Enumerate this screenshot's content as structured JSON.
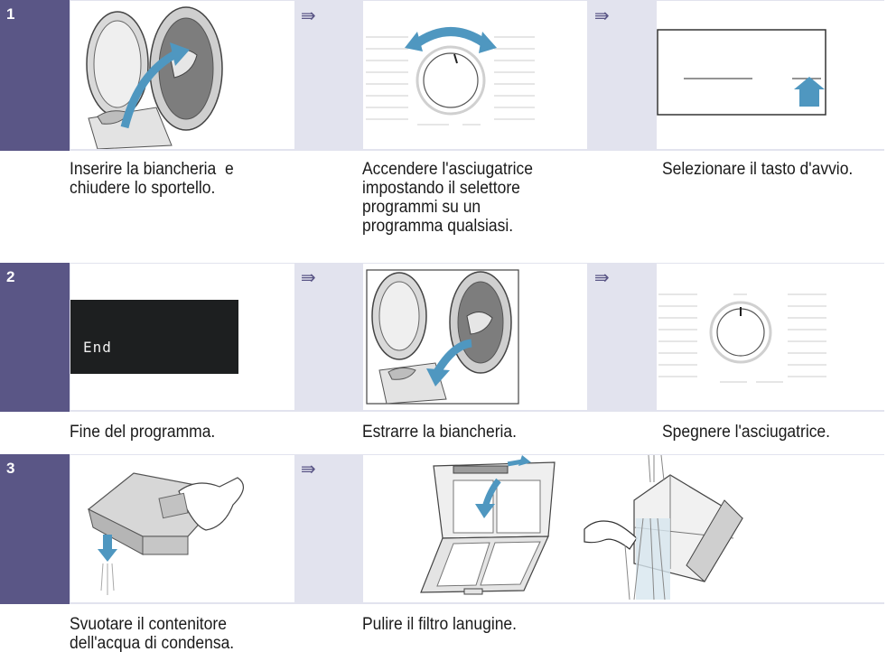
{
  "steps": [
    {
      "number": "1",
      "captions": [
        "Inserire la biancheria  e\nchiudere lo sportello.",
        "Accendere l'asciugatrice\nimpostando il selettore\nprogrammi su un\nprogramma qualsiasi.",
        "Selezionare il tasto d'avvio."
      ]
    },
    {
      "number": "2",
      "display_text": "End",
      "captions": [
        "Fine del programma.",
        "Estrarre la biancheria.",
        "Spegnere l'asciugatrice."
      ]
    },
    {
      "number": "3",
      "captions": [
        "Svuotare il contenitore\ndell'acqua di condensa.",
        "Pulire il filtro lanugine."
      ]
    }
  ],
  "arrow_symbol": "⇛",
  "colors": {
    "badge": "#5a5686",
    "strip": "#e2e3ee",
    "accent": "#4f97c0",
    "display_bg": "#1d1f20"
  },
  "icons": [
    "load-laundry-illustration",
    "program-dial-turn-illustration",
    "start-button-illustration",
    "end-display-illustration",
    "unload-laundry-illustration",
    "dial-off-illustration",
    "empty-water-container-illustration",
    "clean-lint-filter-illustration"
  ]
}
